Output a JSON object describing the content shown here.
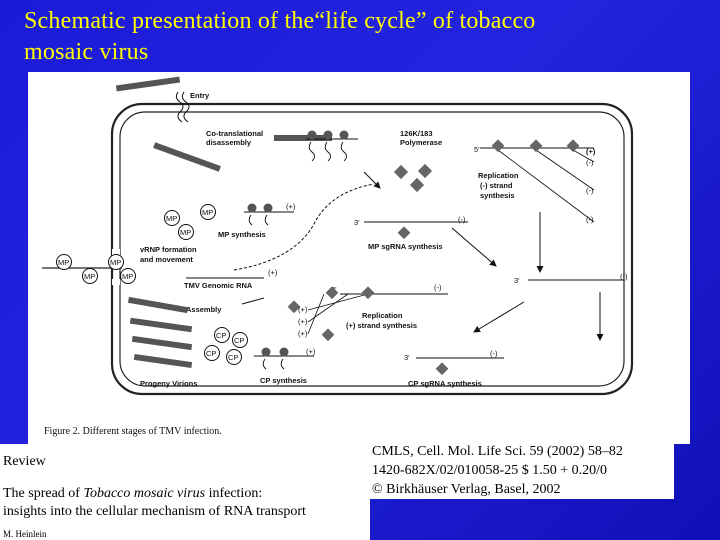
{
  "slide": {
    "title_line1": "Schematic presentation of the“life cycle” of tobacco",
    "title_line2": "mosaic virus"
  },
  "figure": {
    "labels": {
      "entry": "Entry",
      "cotrans_1": "Co-translational",
      "cotrans_2": "disassembly",
      "polymerase_1": "126K/183",
      "polymerase_2": "Polymerase",
      "five_prime": "5'",
      "replication_neg_1": "Replication",
      "replication_neg_2": "(-) strand",
      "replication_neg_3": "synthesis",
      "mp_synthesis": "MP synthesis",
      "mp_sgrna": "MP sgRNA synthesis",
      "vrnp_1": "vRNP formation",
      "vrnp_2": "and movement",
      "tmv_rna": "TMV Genomic RNA",
      "assembly": "Assembly",
      "replication_pos_1": "Replication",
      "replication_pos_2": "(+) strand synthesis",
      "progeny": "Progeny Virions",
      "cp_synthesis": "CP synthesis",
      "cp_sgrna": "CP sgRNA synthesis",
      "mp": "MP",
      "cp": "CP",
      "plus": "(+)",
      "minus": "(-)",
      "three_prime": "3'"
    },
    "caption": "Figure 2.  Different stages of TMV infection."
  },
  "paper": {
    "section": "Review",
    "title_line1_a": "The spread of ",
    "title_line1_b": "Tobacco mosaic virus",
    "title_line1_c": " infection:",
    "title_line2": "insights into the cellular mechanism of RNA transport",
    "author": "M. Heinlein",
    "citation_line1": "CMLS, Cell. Mol. Life Sci. 59 (2002) 58–82",
    "citation_line2": "1420-682X/02/010058-25 $ 1.50 + 0.20/0",
    "citation_line3": "© Birkhäuser Verlag, Basel, 2002"
  },
  "colors": {
    "background": "#1a1ad8",
    "title": "#ffff00"
  }
}
